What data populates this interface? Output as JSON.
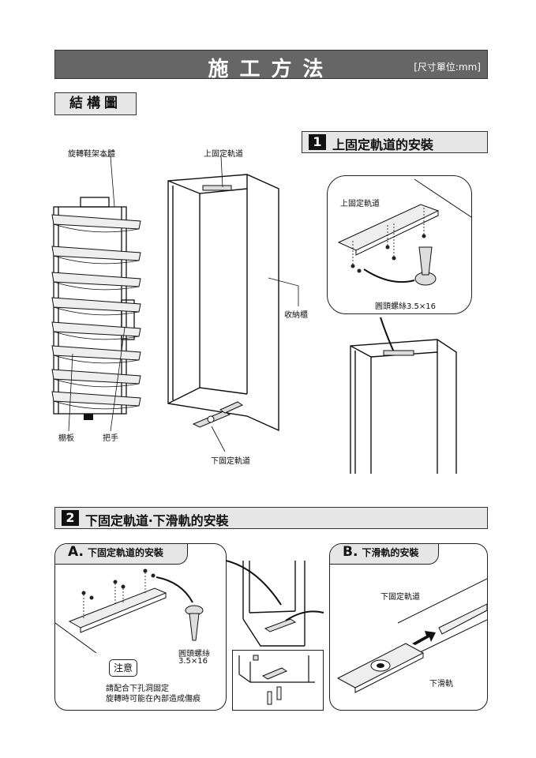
{
  "header": {
    "title": "施工方法",
    "unit": "[尺寸單位:mm]"
  },
  "structure": {
    "heading": "結構圖",
    "labels": {
      "rack_body": "旋轉鞋架本體",
      "upper_rail": "上固定軌道",
      "cabinet": "收納櫃",
      "shelf": "棚板",
      "handle": "把手",
      "lower_rail": "下固定軌道"
    }
  },
  "step1": {
    "number": "1",
    "title": "上固定軌道的安裝",
    "labels": {
      "upper_rail": "上固定軌道",
      "screw": "圓頭螺絲3.5×16"
    }
  },
  "step2": {
    "number": "2",
    "title": "下固定軌道‧下滑軌的安裝",
    "panelA": {
      "letter": "A.",
      "title": "下固定軌道的安裝",
      "screw_line1": "圓頭螺絲",
      "screw_line2": "3.5×16",
      "note_label": "注意",
      "note_line1": "請配合下孔洞固定",
      "note_line2": "旋轉時可能在內部造成傷痕"
    },
    "panelB": {
      "letter": "B.",
      "title": "下滑軌的安裝",
      "lower_rail": "下固定軌道",
      "slide": "下滑軌"
    }
  }
}
